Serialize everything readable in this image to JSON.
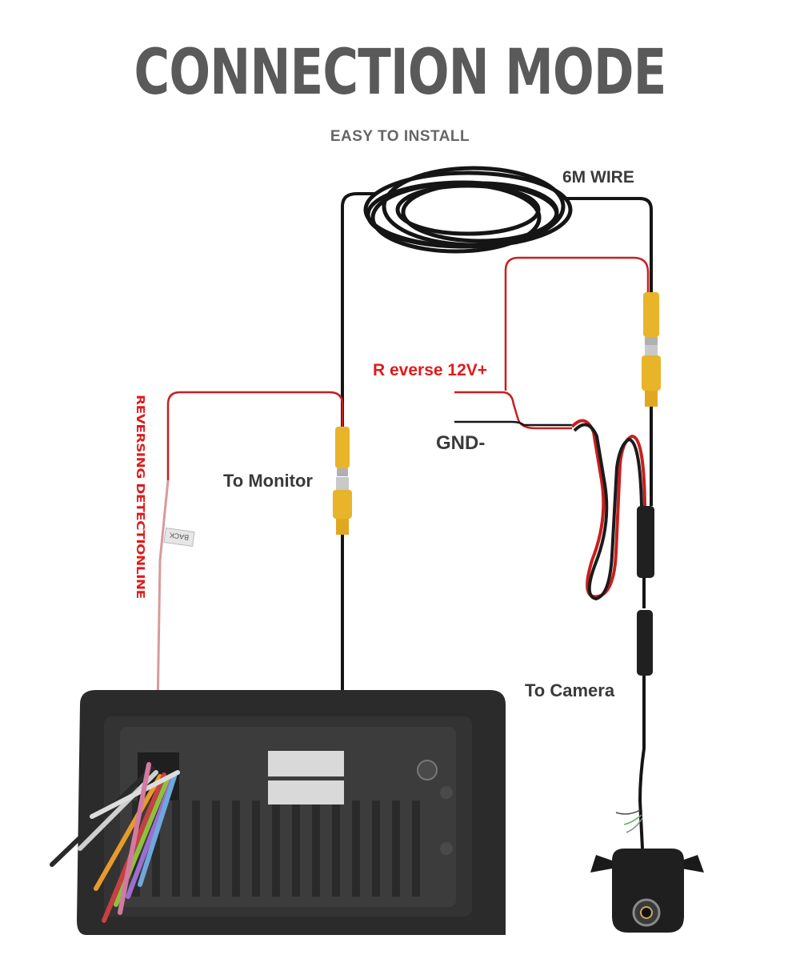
{
  "title": "CONNECTION MODE",
  "subtitle": "EASY TO INSTALL",
  "labels": {
    "wire": "6M WIRE",
    "reverse": "R everse 12V+",
    "gnd": "GND-",
    "to_monitor": "To Monitor",
    "to_camera": "To Camera",
    "detection_line": "REVERSING DETECTIONLINE",
    "back_tag": "BACK"
  },
  "colors": {
    "title": "#5a5a5a",
    "red_label": "#e01b1b",
    "red_wire": "#c81f1f",
    "connector_yellow": "#e8b42a",
    "cable": "#151515"
  },
  "icons": [
    "rca-connector-icon",
    "head-unit-icon",
    "camera-icon",
    "cable-coil-icon"
  ]
}
